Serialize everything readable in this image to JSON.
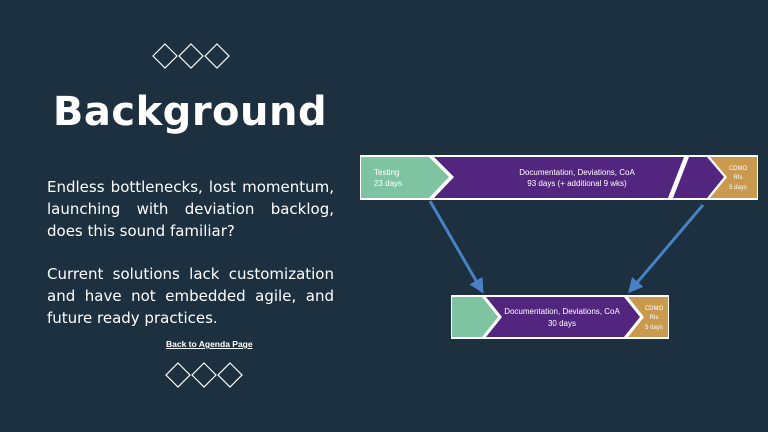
{
  "slide": {
    "title": "Background",
    "paragraph_1": "Endless bottlenecks, lost momentum, launching with deviation backlog, does this sound familiar?",
    "paragraph_2": "Current solutions lack customization and have not embedded agile, and future ready practices.",
    "link_label": "Back to Agenda Page"
  },
  "diagram": {
    "before": {
      "testing_label": "Testing",
      "testing_days": "23 days",
      "doc_label": "Documentation, Deviations, CoA",
      "doc_days": "93 days (+ additional 9 wks)",
      "cdmo_line1": "CDMO",
      "cdmo_line2": "RIs",
      "cdmo_days": "5 days"
    },
    "after": {
      "doc_label": "Documentation, Deviations, CoA",
      "doc_days": "30 days",
      "cdmo_line1": "CDMO",
      "cdmo_line2": "RIs",
      "cdmo_days": "5 days"
    }
  },
  "colors": {
    "background": "#1c3040",
    "testing": "#7ec4a2",
    "documentation": "#52257e",
    "cdmo": "#c99a4e",
    "arrow": "#4a80c4"
  }
}
